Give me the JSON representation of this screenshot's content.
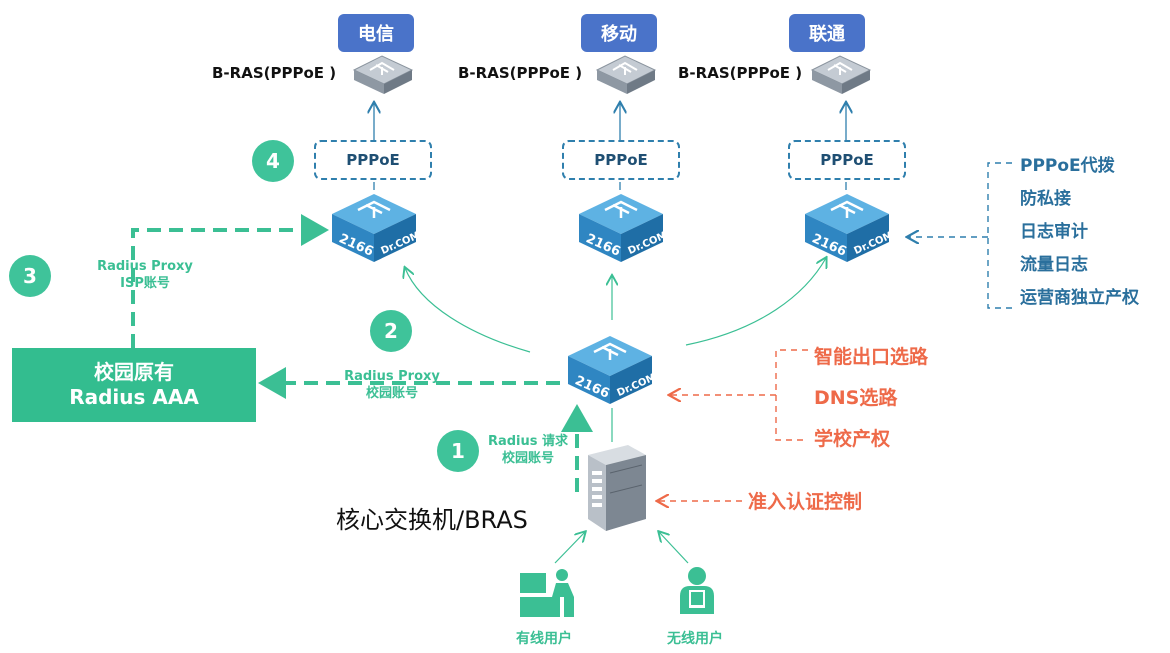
{
  "isps": [
    {
      "name": "电信",
      "bras_label": "B-RAS(PPPoE )",
      "pppoe_label": "PPPoE"
    },
    {
      "name": "移动",
      "bras_label": "B-RAS(PPPoE )",
      "pppoe_label": "PPPoE"
    },
    {
      "name": "联通",
      "bras_label": "B-RAS(PPPoE )",
      "pppoe_label": "PPPoE"
    }
  ],
  "drcom_device": {
    "model": "2166",
    "brand": "Dr.COM"
  },
  "steps": [
    {
      "number": "1",
      "line1": "Radius 请求",
      "line2": "校园账号"
    },
    {
      "number": "2",
      "line1": "Radius Proxy",
      "line2": "校园账号"
    },
    {
      "number": "3",
      "line1": "Radius Proxy",
      "line2": "ISP账号"
    },
    {
      "number": "4"
    }
  ],
  "aaa_box": {
    "line1": "校园原有",
    "line2": "Radius AAA"
  },
  "core_switch_label": "核心交换机/BRAS",
  "right_features": [
    "PPPoE代拨",
    "防私接",
    "日志审计",
    "流量日志",
    "运营商独立产权"
  ],
  "center_features": [
    "智能出口选路",
    "DNS选路",
    "学校产权"
  ],
  "access_control_label": "准入认证控制",
  "users": [
    {
      "label": "有线用户",
      "icon": "desktop-user-icon"
    },
    {
      "label": "无线用户",
      "icon": "mobile-user-icon"
    }
  ],
  "colors": {
    "isp_tab": "#4a73c9",
    "green": "#3bbf94",
    "blue_line": "#2f7fad",
    "orange": "#ee6a49",
    "device_blue": "#2f86c2"
  }
}
